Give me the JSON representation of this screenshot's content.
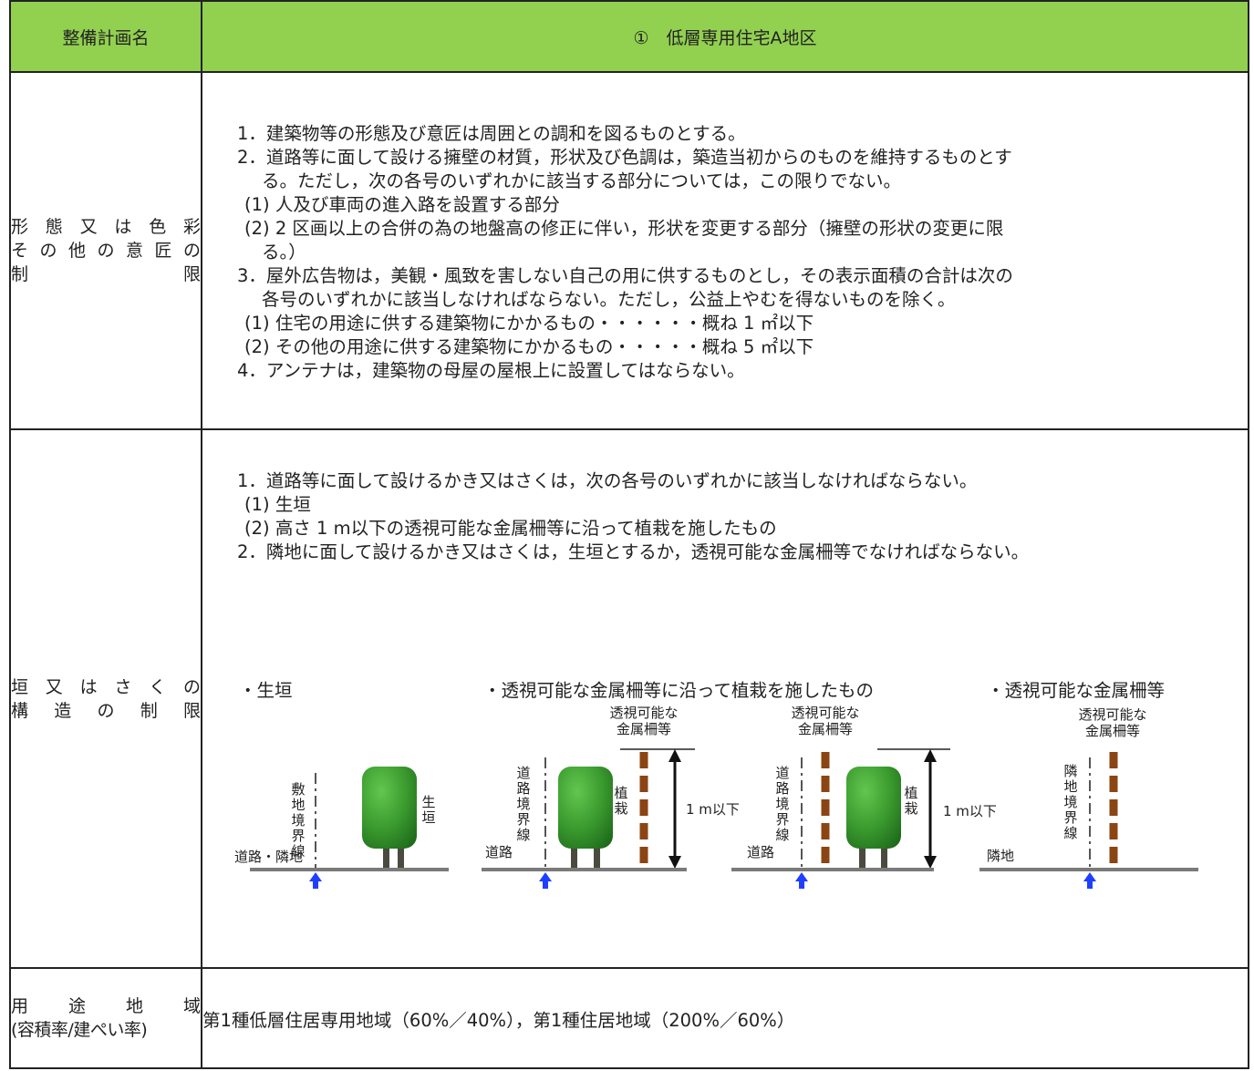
{
  "header": {
    "label": "整備計画名",
    "title": "①　低層専用住宅A地区"
  },
  "design": {
    "label_line1": "形態又は色彩",
    "label_line2": "その他の意匠の",
    "label_line3_left": "制",
    "label_line3_right": "限",
    "items": [
      "1．建築物等の形態及び意匠は周囲との調和を図るものとする。",
      "2．道路等に面して設ける擁壁の材質，形状及び色調は，築造当初からのものを維持するものとす",
      "る。ただし，次の各号のいずれかに該当する部分については，この限りでない。",
      "(1) 人及び車両の進入路を設置する部分",
      "(2) 2 区画以上の合併の為の地盤高の修正に伴い，形状を変更する部分（擁壁の形状の変更に限",
      "る。）",
      "3．屋外広告物は，美観・風致を害しない自己の用に供するものとし，その表示面積の合計は次の",
      "各号のいずれかに該当しなければならない。ただし，公益上やむを得ないものを除く。",
      "(1) 住宅の用途に供する建築物にかかるもの・・・・・・概ね 1 ㎡以下",
      "(2) その他の用途に供する建築物にかかるもの・・・・・概ね 5 ㎡以下",
      "4．アンテナは，建築物の母屋の屋根上に設置してはならない。"
    ]
  },
  "fence": {
    "label_line1": "垣又はさくの",
    "label_line2": "構造の制限",
    "items": [
      "1．道路等に面して設けるかき又はさくは，次の各号のいずれかに該当しなければならない。",
      "(1) 生垣",
      "(2) 高さ 1 m以下の透視可能な金属柵等に沿って植栽を施したもの",
      "2．隣地に面して設けるかき又はさくは，生垣とするか，透視可能な金属柵等でなければならない。"
    ],
    "caption_hedge": "・生垣",
    "caption_planted": "・透視可能な金属柵等に沿って植栽を施したもの",
    "caption_metal": "・透視可能な金属柵等",
    "fig": {
      "site_boundary": "敷地境界線",
      "road_boundary": "道路境界線",
      "neighbor_boundary": "隣地境界線",
      "hedge": "生垣",
      "planting": "植栽",
      "fence_line1": "透視可能な",
      "fence_line2": "金属柵等",
      "height": "1 m以下",
      "road_neighbor": "道路・隣地",
      "road": "道路",
      "neighbor": "隣地"
    }
  },
  "zoning": {
    "label_line1": "用途地域",
    "label_line2": "(容積率/建ぺい率)",
    "value": "第1種低層住居専用地域（60%／40%），第1種住居地域（200%／60%）"
  },
  "colors": {
    "header_bg": "#92d050",
    "hedge": "#3a9a2e",
    "trunk": "#4a4a3e",
    "fence_post": "#8b4513",
    "ground": "#7a7a7a",
    "arrow": "#1f3fff"
  }
}
